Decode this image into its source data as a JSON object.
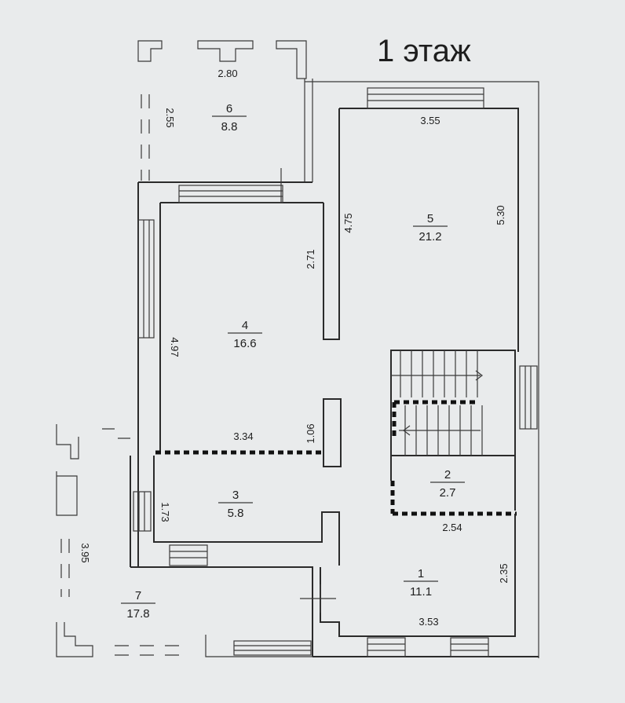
{
  "title": "1 этаж",
  "rooms": [
    {
      "number": "1",
      "area": "11.1"
    },
    {
      "number": "2",
      "area": "2.7"
    },
    {
      "number": "3",
      "area": "5.8"
    },
    {
      "number": "4",
      "area": "16.6"
    },
    {
      "number": "5",
      "area": "21.2"
    },
    {
      "number": "6",
      "area": "8.8"
    },
    {
      "number": "7",
      "area": "17.8"
    }
  ],
  "dimensions": {
    "r6_width": "2.80",
    "r6_height": "2.55",
    "r5_width": "3.55",
    "r5_height_right": "5.30",
    "r5_height_left": "4.75",
    "r4_right": "2.71",
    "r4_height": "4.97",
    "r4_width": "3.34",
    "r4_gap": "1.06",
    "r3_height": "1.73",
    "r2_width": "2.54",
    "r1_height": "2.35",
    "r1_width": "3.53",
    "r7_height": "3.95"
  }
}
